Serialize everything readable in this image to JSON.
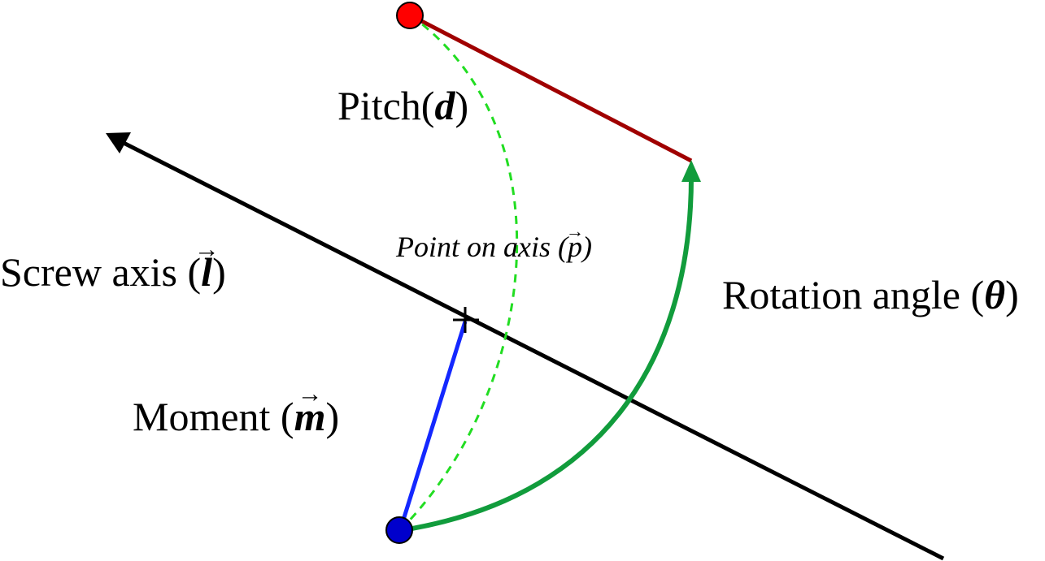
{
  "labels": {
    "pitch_text": "Pitch(",
    "pitch_symbol": "d",
    "pitch_close": ")",
    "screw_axis_text": "Screw axis (",
    "screw_axis_symbol": "l",
    "screw_axis_close": ")",
    "point_on_axis_text": "Point on axis (",
    "point_on_axis_symbol": "p",
    "point_on_axis_close": ")",
    "rotation_angle_text": "Rotation angle (",
    "rotation_angle_symbol": "θ",
    "rotation_angle_close": ")",
    "moment_text": "Moment (",
    "moment_symbol": "m",
    "moment_close": ")",
    "vector_arrow": "→"
  },
  "colors": {
    "axis": "#000000",
    "pitch_line": "#a00000",
    "red_point": "#ff0000",
    "blue_point": "#0000cc",
    "moment_line": "#1428ff",
    "rotation_arc": "#119c3c",
    "dashed_arc": "#22dd22"
  }
}
